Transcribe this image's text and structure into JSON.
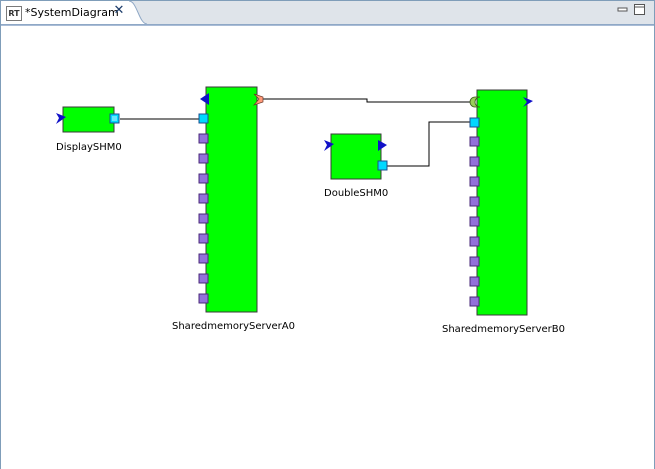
{
  "editor": {
    "tab_title": "*SystemDiagram",
    "tab_icon_text": "RT",
    "close_glyph": "✕"
  },
  "colors": {
    "component_fill": "#00ff00",
    "component_border": "#000000",
    "service_port": "#9370db",
    "data_port": "#00d8ff",
    "event_port": "#1010c8",
    "window_border": "#7f9db9"
  },
  "components": {
    "display": {
      "name": "DisplaySHM0"
    },
    "double": {
      "name": "DoubleSHM0"
    },
    "server_a": {
      "name": "SharedmemoryServerA0"
    },
    "server_b": {
      "name": "SharedmemoryServerB0"
    }
  }
}
